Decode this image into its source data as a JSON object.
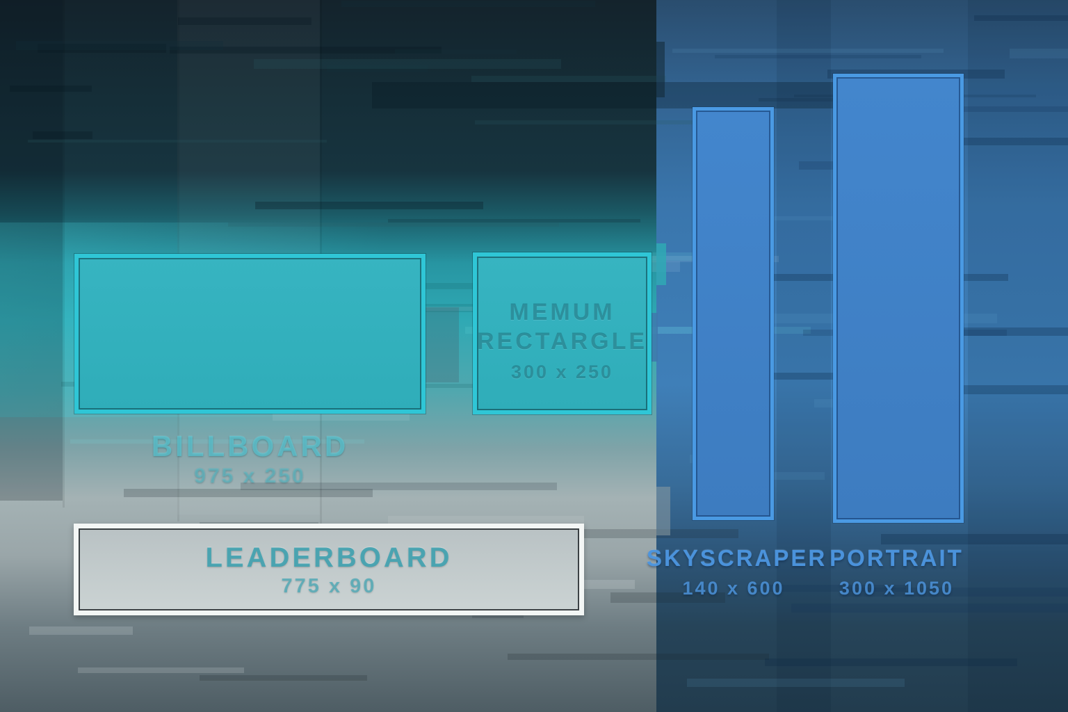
{
  "colors": {
    "teal_accent": "#2fc6d6",
    "blue_accent": "#4a9ae3",
    "white_accent": "#f3f6f5"
  },
  "ad_units": {
    "billboard": {
      "name": "BILLBOARD",
      "size": "975 x 250"
    },
    "medium_rectangle": {
      "name_line1": "MEMUM",
      "name_line2": "RECTARGLE",
      "size": "300 x 250"
    },
    "leaderboard": {
      "name": "LEADERBOARD",
      "size": "775 x 90"
    },
    "skyscraper": {
      "name": "SKYSCRAPER",
      "size": "140 x 600"
    },
    "portrait": {
      "name": "PORTRAIT",
      "size": "300 x 1050"
    }
  }
}
